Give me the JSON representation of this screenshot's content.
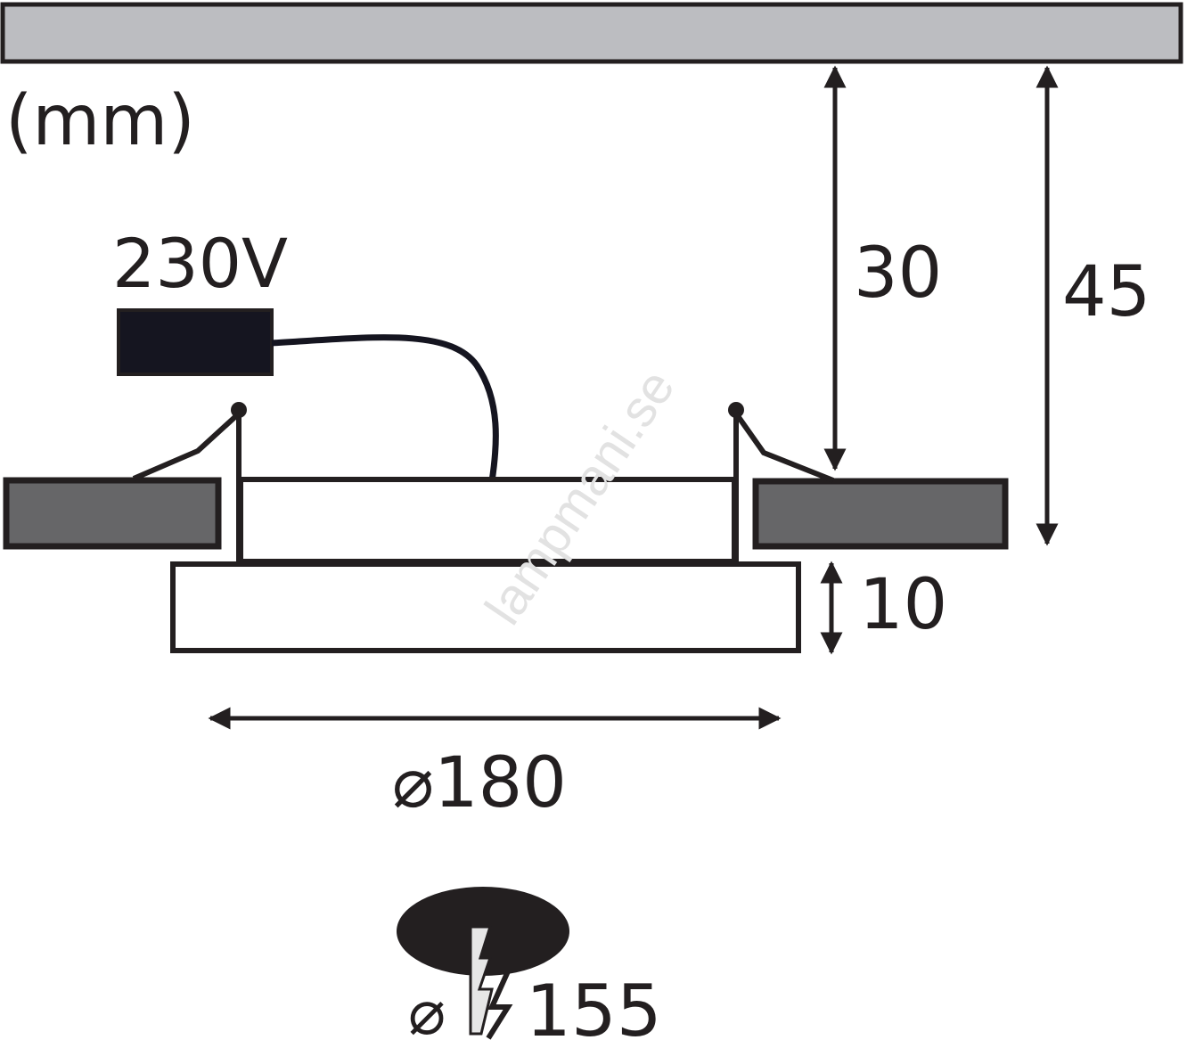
{
  "unit_label": "(mm)",
  "voltage_label": "230V",
  "dimensions": {
    "ceiling_clearance": "30",
    "total_depth": "45",
    "panel_thickness": "10",
    "diameter": "⌀180",
    "cutout_symbol": "⌀",
    "cutout_diameter": "155"
  },
  "watermark": "lampmani.se",
  "colors": {
    "ceiling": "#bcbdc1",
    "ceiling_block": "#666668",
    "driver": "#151520",
    "line": "#231f20"
  }
}
